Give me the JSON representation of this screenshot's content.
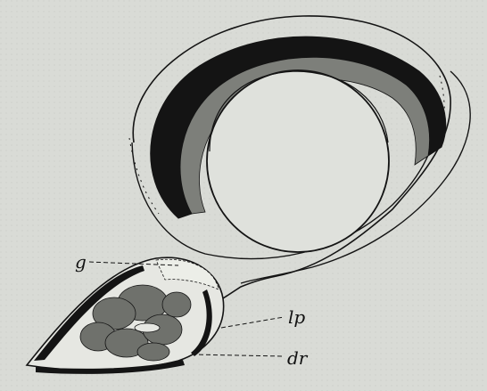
{
  "figure": {
    "labels": {
      "g": "g",
      "lp": "lp",
      "dr": "dr"
    },
    "colors": {
      "paper": "#d9dbd6",
      "ink": "#141414",
      "lens_fill": "#dfe1dc",
      "gland_fill": "#e6e7e2"
    }
  }
}
